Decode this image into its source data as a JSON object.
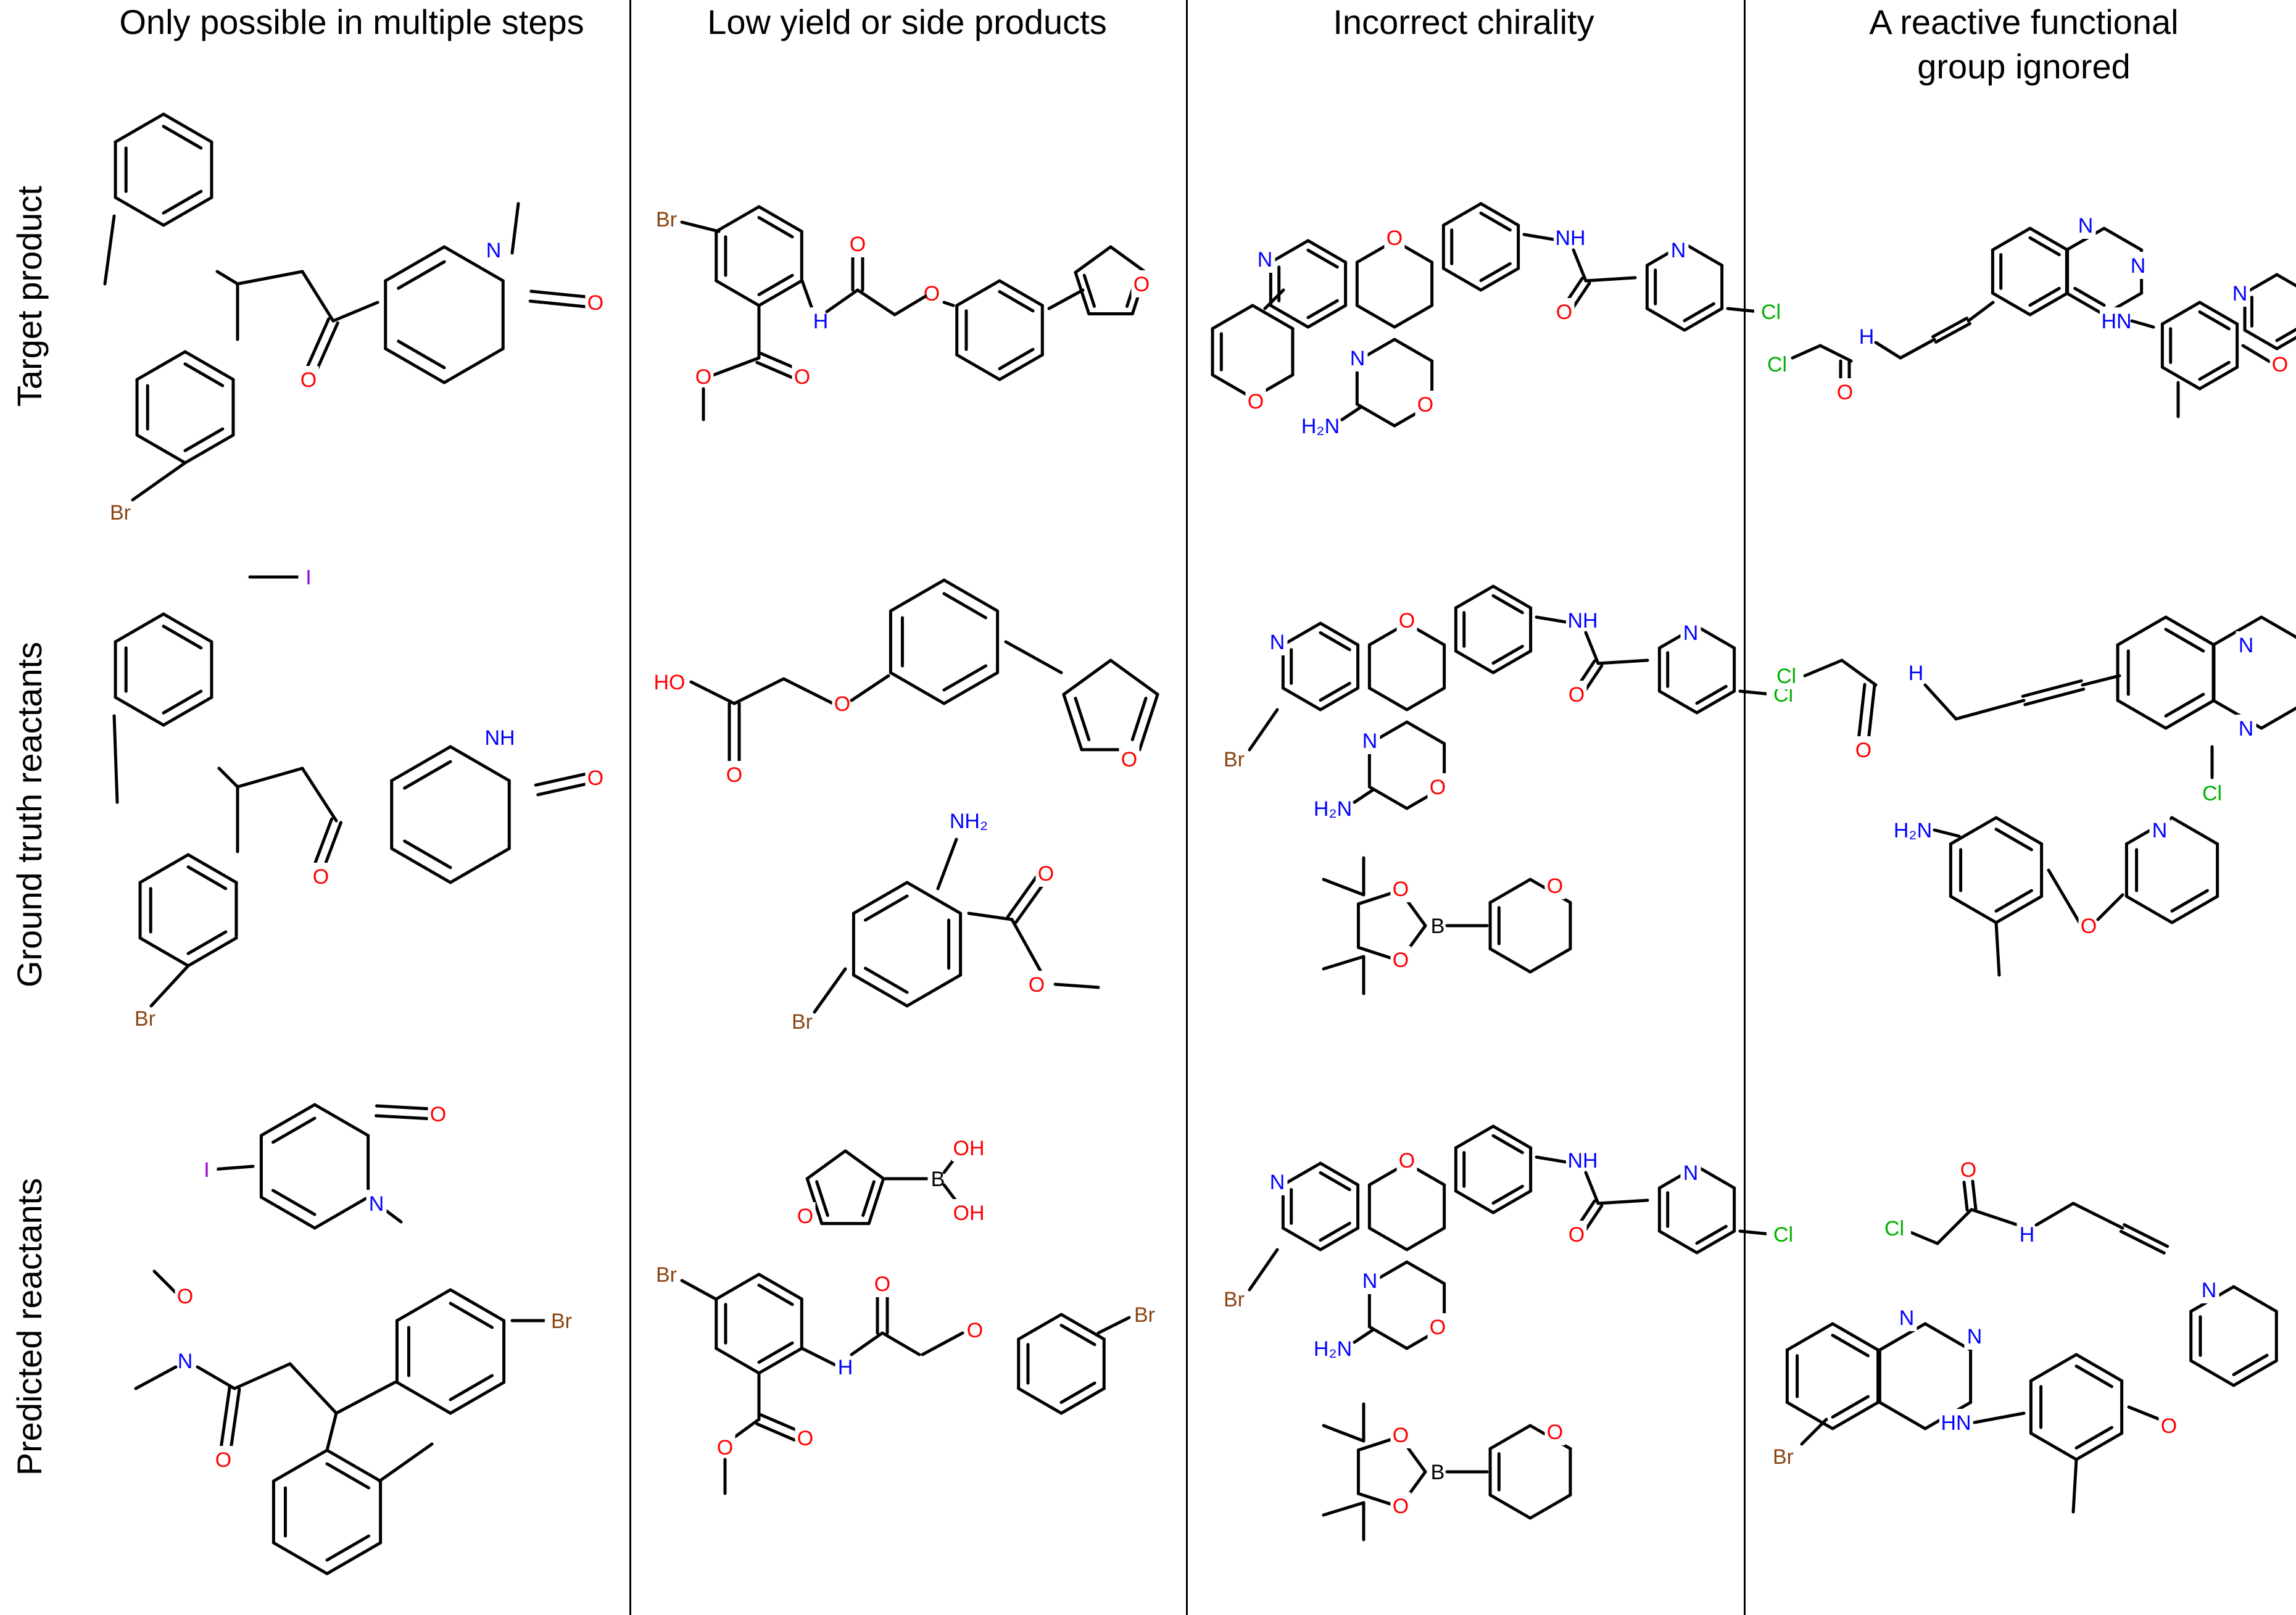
{
  "columns": [
    {
      "title": "Only possible in multiple steps"
    },
    {
      "title": "Low yield or side products"
    },
    {
      "title": "Incorrect chirality"
    },
    {
      "title": "A reactive functional group ignored"
    }
  ],
  "rows": [
    {
      "label": "Target product"
    },
    {
      "label": "Ground truth reactants"
    },
    {
      "label": "Predicted reactants"
    }
  ],
  "atom_colors": {
    "Br": "#8B4513",
    "I": "#9400D3",
    "N": "#0000FF",
    "O": "#FF0000",
    "Cl": "#00B000",
    "B": "#000000",
    "C": "#000000",
    "H": "#0000FF"
  },
  "atom_labels": {
    "br": "Br",
    "i": "I",
    "n": "N",
    "nh": "NH",
    "hn": "HN",
    "h": "H",
    "nh2": "NH₂",
    "h2n": "H₂N",
    "o": "O",
    "ho": "HO",
    "oh": "OH",
    "cl": "Cl",
    "b": "B"
  }
}
